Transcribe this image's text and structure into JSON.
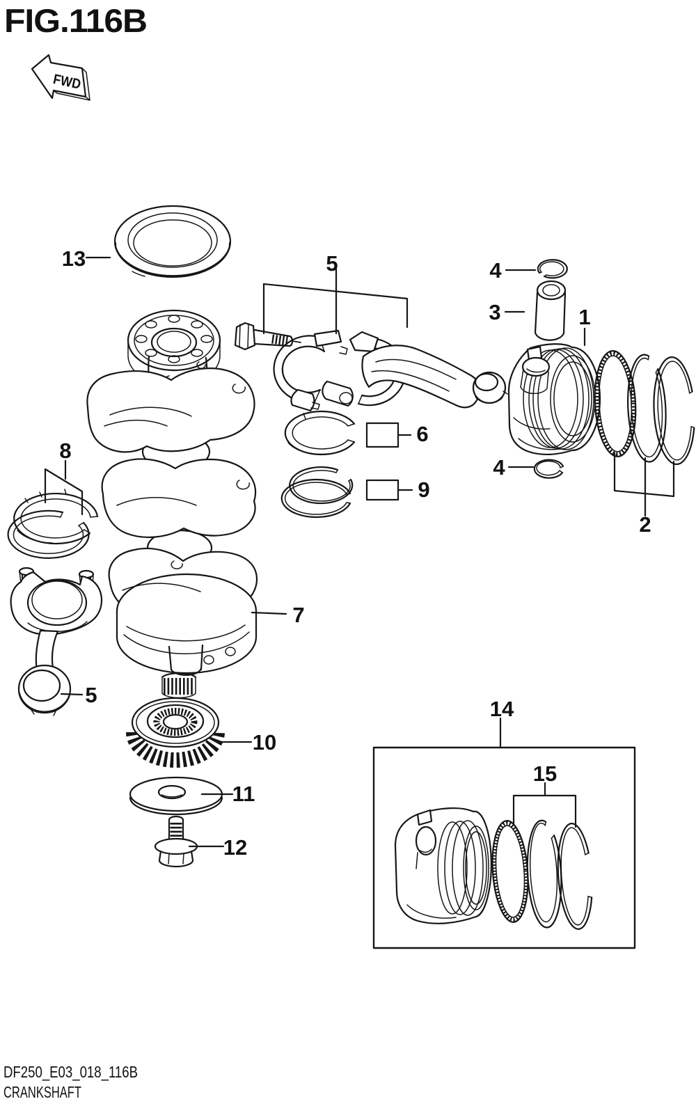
{
  "figure": {
    "title": "FIG.116B",
    "direction_arrow": "FWD"
  },
  "callouts": [
    "13",
    "5",
    "4",
    "3",
    "1",
    "8",
    "6",
    "9",
    "4",
    "2",
    "7",
    "5",
    "10",
    "11",
    "12",
    "14",
    "15"
  ],
  "footer": {
    "drawing_code": "DF250_E03_018_116B",
    "caption": "CRANKSHAFT"
  },
  "colors": {
    "line": "#161616",
    "background": "#ffffff"
  }
}
